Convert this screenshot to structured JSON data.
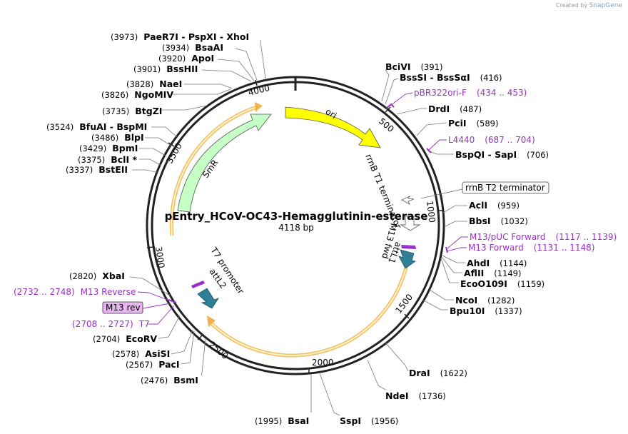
{
  "credit": {
    "prefix": "Created by",
    "brand": "SnapGene"
  },
  "plasmid": {
    "name": "pEntry_HCoV-OC43-Hemagglutinin-esterase",
    "size_label": "4118 bp",
    "length": 4118
  },
  "ticks": [
    "500",
    "1000",
    "1500",
    "2000",
    "2500",
    "3000",
    "3500",
    "4000"
  ],
  "features": {
    "ori": "ori",
    "smr": "SmR",
    "rrnb_t1": "rrnB T1 terminator",
    "rrnb_t2": "rrnB T2 terminator",
    "m13_fwd": "M13 fwd",
    "attl1": "attL1",
    "t7_promoter": "T7 promoter",
    "attl2": "attL2",
    "m13_rev": "M13 rev"
  },
  "sites_right": [
    {
      "name": "BciVI",
      "pos": "(391)"
    },
    {
      "name": "BssSI - BssSαI",
      "pos": "(416)"
    },
    {
      "name": "DrdI",
      "pos": "(487)"
    },
    {
      "name": "PciI",
      "pos": "(589)"
    },
    {
      "name": "BspQI - SapI",
      "pos": "(706)"
    },
    {
      "name": "AclI",
      "pos": "(959)"
    },
    {
      "name": "BbsI",
      "pos": "(1032)"
    },
    {
      "name": "AhdI",
      "pos": "(1144)"
    },
    {
      "name": "AflII",
      "pos": "(1149)"
    },
    {
      "name": "EcoO109I",
      "pos": "(1159)"
    },
    {
      "name": "NcoI",
      "pos": "(1282)"
    },
    {
      "name": "Bpu10I",
      "pos": "(1337)"
    },
    {
      "name": "DraI",
      "pos": "(1622)"
    },
    {
      "name": "NdeI",
      "pos": "(1736)"
    },
    {
      "name": "SspI",
      "pos": "(1956)"
    },
    {
      "name": "BsaI",
      "pos": "(1995)"
    }
  ],
  "sites_left": [
    {
      "name": "PaeR7I - PspXI - XhoI",
      "pos": "(3973)"
    },
    {
      "name": "BsaAI",
      "pos": "(3934)"
    },
    {
      "name": "ApoI",
      "pos": "(3920)"
    },
    {
      "name": "BssHII",
      "pos": "(3901)"
    },
    {
      "name": "NaeI",
      "pos": "(3828)"
    },
    {
      "name": "NgoMIV",
      "pos": "(3826)"
    },
    {
      "name": "BtgZI",
      "pos": "(3735)"
    },
    {
      "name": "BfuAI - BspMI",
      "pos": "(3524)"
    },
    {
      "name": "BlpI",
      "pos": "(3486)"
    },
    {
      "name": "BpmI",
      "pos": "(3429)"
    },
    {
      "name": "BclI *",
      "pos": "(3375)"
    },
    {
      "name": "BstEII",
      "pos": "(3337)"
    },
    {
      "name": "XbaI",
      "pos": "(2820)"
    },
    {
      "name": "EcoRV",
      "pos": "(2704)"
    },
    {
      "name": "AsiSI",
      "pos": "(2578)"
    },
    {
      "name": "PacI",
      "pos": "(2567)"
    },
    {
      "name": "BsmI",
      "pos": "(2476)"
    }
  ],
  "primers": [
    {
      "name": "pBR322ori-F",
      "range": "(434 .. 453)"
    },
    {
      "name": "L4440",
      "range": "(687 .. 704)"
    },
    {
      "name": "M13/pUC Forward",
      "range": "(1117 .. 1139)"
    },
    {
      "name": "M13 Forward",
      "range": "(1131 .. 1148)"
    },
    {
      "name": "M13 Reverse",
      "range": "(2732 .. 2748)"
    },
    {
      "name": "T7",
      "range": "(2708 .. 2727)"
    }
  ],
  "colors": {
    "ori": "#ffff00",
    "smr": "#c6ffc6",
    "att": "#2f7f96",
    "primer": "#9b2fc9",
    "orf": "#f5c56a"
  }
}
